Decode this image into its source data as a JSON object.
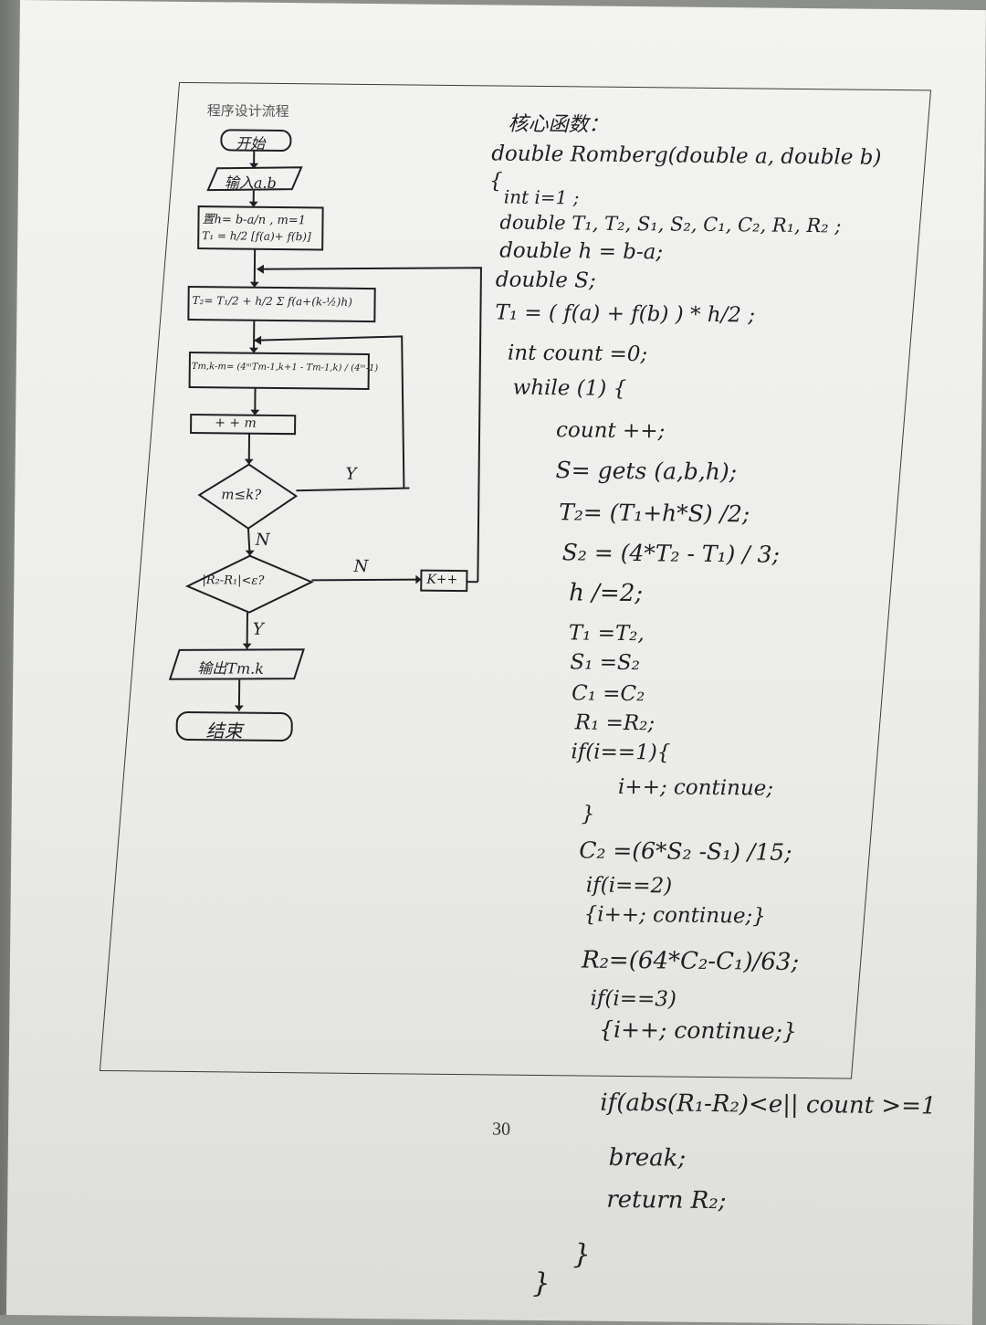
{
  "header": {
    "label": "程序设计流程"
  },
  "flowchart": {
    "start": "开始",
    "input": "输入a.b",
    "init_line1": "置h= b-a/n , m=1",
    "init_line2": "T₁ = h/2 [f(a)+ f(b)]",
    "t2": "T₂= T₁/2 + h/2 Σ f(a+(k-½)h)",
    "romberg": "Tm,k-m= (4ᵐTm-1,k+1 - Tm-1,k) / (4ᵐ-1)",
    "inc_m": "+ + m",
    "cond_m": "m≤k?",
    "cond_m_yes": "Y",
    "cond_m_no": "N",
    "cond_err": "|R₂-R₁|<ε?",
    "cond_err_no": "N",
    "cond_err_yes": "Y",
    "inc_k": "K++",
    "output": "输出Tm.k",
    "end": "结束"
  },
  "code": {
    "title": "核心函数：",
    "lines": [
      "double Romberg(double a, double b)",
      "{",
      "int i=1 ;",
      "double T₁, T₂, S₁, S₂, C₁, C₂, R₁, R₂ ;",
      "double h = b-a;",
      "double S;",
      "T₁ = ( f(a) + f(b) ) * h/2 ;",
      "int count =0;",
      "while (1) {",
      "count ++;",
      "S= gets (a,b,h);",
      "T₂= (T₁+h*S) /2;",
      "S₂ = (4*T₂ - T₁) / 3;",
      "h /=2;",
      "T₁ =T₂,",
      "S₁ =S₂",
      "C₁ =C₂",
      "R₁ =R₂;",
      "if(i==1){",
      "i++; continue;",
      "}",
      "C₂ =(6*S₂ -S₁) /15;",
      "if(i==2)",
      "{i++; continue;}",
      "R₂=(64*C₂-C₁)/63;",
      "if(i==3)",
      "{i++; continue;}",
      "if(abs(R₁-R₂)<e|| count >=1",
      "break;",
      "return R₂;",
      "}",
      "}"
    ]
  },
  "page_number": "30"
}
